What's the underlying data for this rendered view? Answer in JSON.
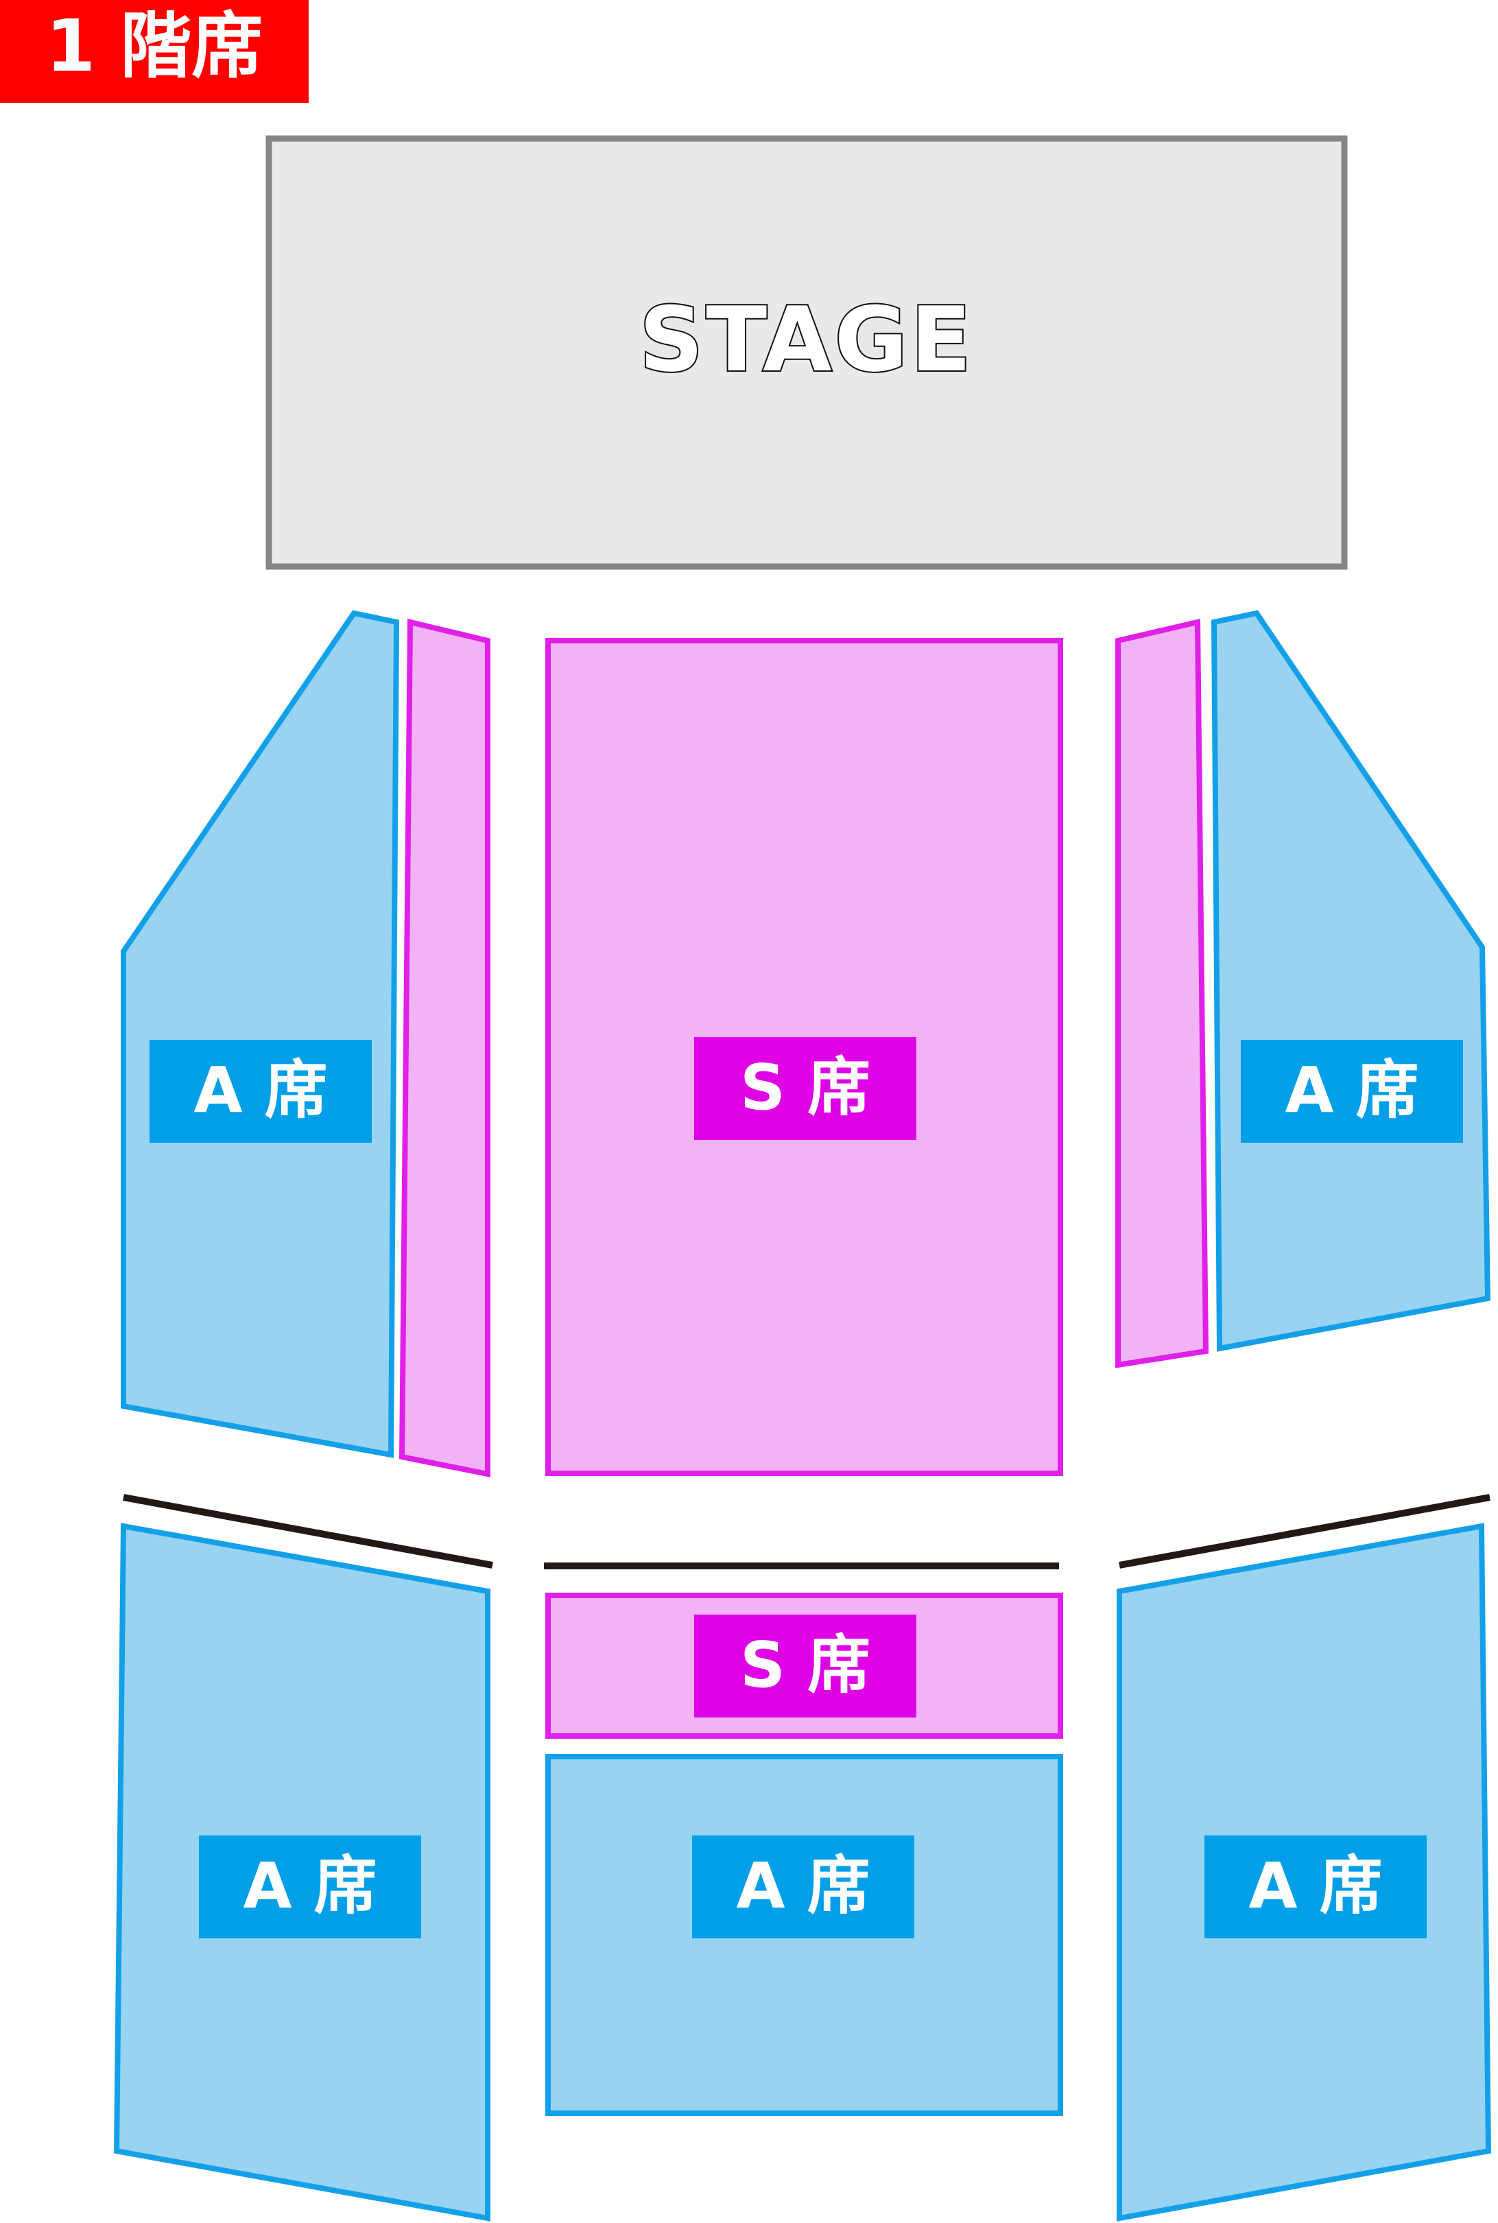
{
  "floor_label": {
    "text": "1 階席",
    "bg_color": "#ff0000",
    "text_color": "#ffffff"
  },
  "stage": {
    "label": "STAGE",
    "fill": "#e9e8ea",
    "stroke": "#868686"
  },
  "seat_classes": {
    "s": {
      "label": "S 席",
      "fill": "#f2b3f5",
      "stroke": "#e020e8",
      "label_bg": "#df00e6",
      "label_color": "#ffffff"
    },
    "a": {
      "label": "A 席",
      "fill": "#99d3f2",
      "stroke": "#14a0e8",
      "label_bg": "#009fe8",
      "label_color": "#ffffff"
    }
  },
  "divider_color": "#231815"
}
